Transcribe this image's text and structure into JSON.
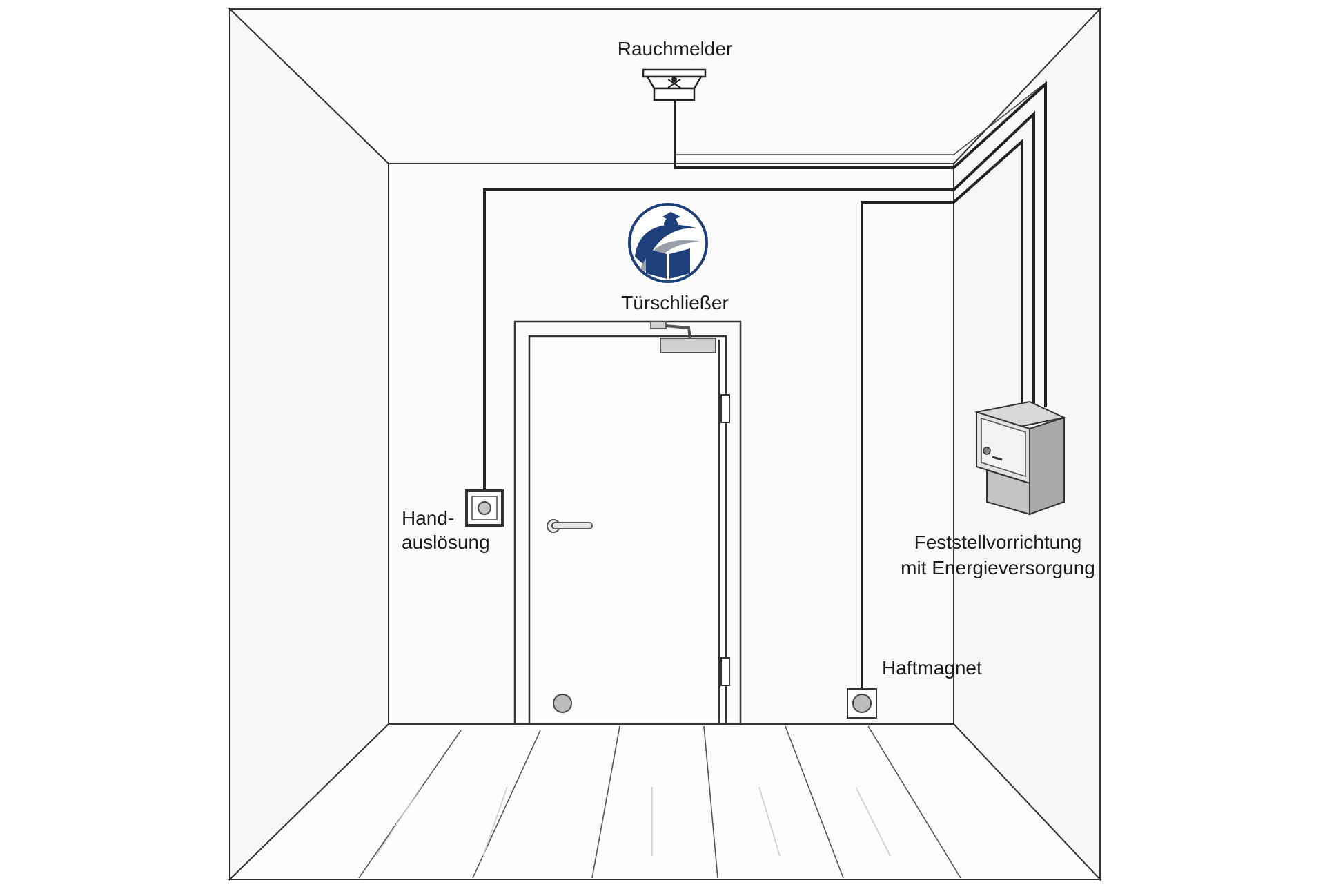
{
  "diagram": {
    "labels": {
      "smoke_detector": "Rauchmelder",
      "door_closer": "Türschließer",
      "manual_release_line1": "Hand-",
      "manual_release_line2": "auslösung",
      "hold_open_device_line1": "Feststellvorrichtung",
      "hold_open_device_line2": "mit Energieversorgung",
      "holding_magnet": "Haftmagnet"
    },
    "colors": {
      "line": "#222222",
      "wall": "#fbfbfb",
      "logo_blue": "#1d3f7a",
      "logo_gray": "#9aa0a8",
      "box_gray": "#bdbdbd"
    }
  }
}
